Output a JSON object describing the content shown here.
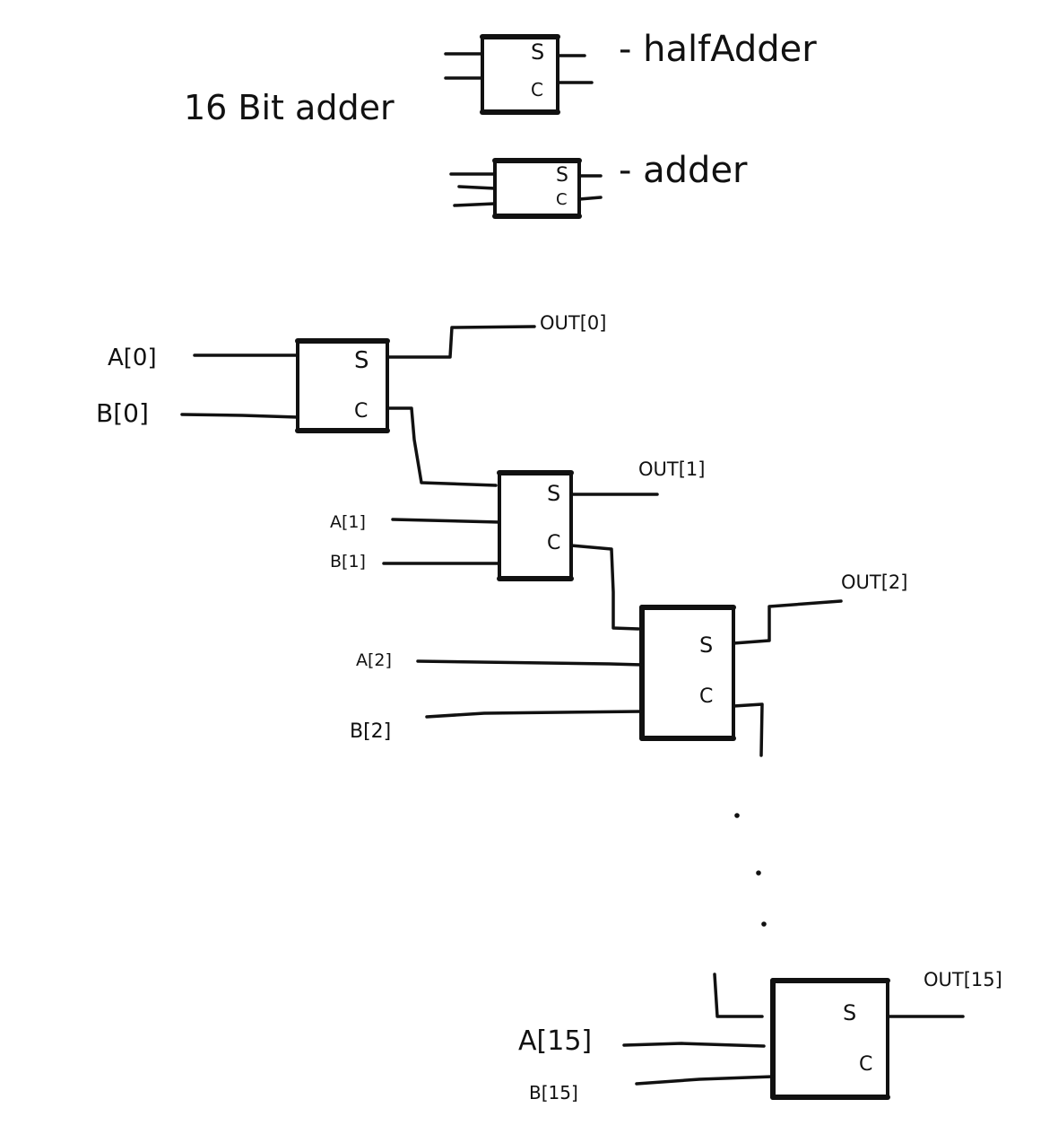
{
  "title": "16 Bit adder",
  "legend": {
    "half_adder": {
      "label": "- halfAdder",
      "sum_port": "S",
      "carry_port": "C"
    },
    "full_adder": {
      "label": "- adder",
      "sum_port": "S",
      "carry_port": "C"
    }
  },
  "stages": [
    {
      "a": "A[0]",
      "b": "B[0]",
      "out": "OUT[0]",
      "sum_port": "S",
      "carry_port": "C"
    },
    {
      "a": "A[1]",
      "b": "B[1]",
      "out": "OUT[1]",
      "sum_port": "S",
      "carry_port": "C"
    },
    {
      "a": "A[2]",
      "b": "B[2]",
      "out": "OUT[2]",
      "sum_port": "S",
      "carry_port": "C"
    },
    {
      "a": "A[15]",
      "b": "B[15]",
      "out": "OUT[15]",
      "sum_port": "S",
      "carry_port": "C"
    }
  ]
}
